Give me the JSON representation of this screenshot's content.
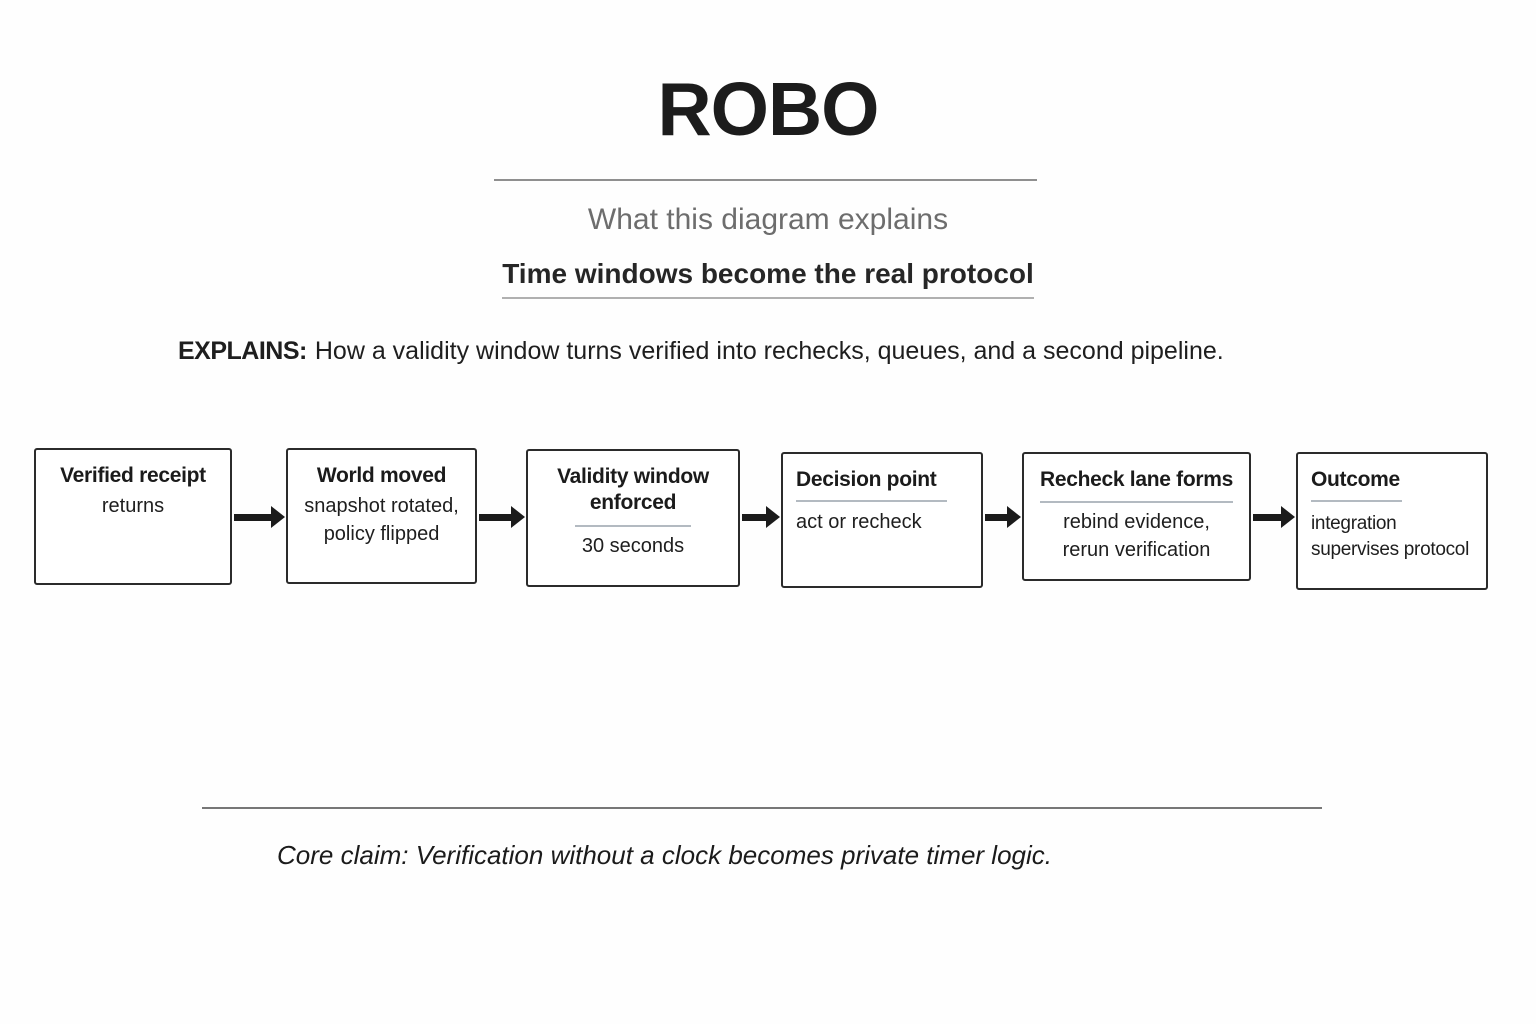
{
  "title": "ROBO",
  "subtitle": "What this diagram explains",
  "heading": "Time windows become the real protocol",
  "explains": {
    "label": "EXPLAINS:",
    "text": "How a validity window turns verified into rechecks, queues, and a second pipeline."
  },
  "flow": {
    "boxes": [
      {
        "title": "Verified receipt",
        "lines": [
          "returns"
        ]
      },
      {
        "title": "World moved",
        "lines": [
          "snapshot rotated,",
          "policy flipped"
        ]
      },
      {
        "title": "Validity window enforced",
        "lines": [
          "30 seconds"
        ]
      },
      {
        "title": "Decision point",
        "lines": [
          "act or recheck"
        ]
      },
      {
        "title": "Recheck lane forms",
        "lines": [
          "rebind evidence,",
          "rerun verification"
        ]
      },
      {
        "title": "Outcome",
        "lines": [
          "integration",
          "supervises protocol"
        ]
      }
    ]
  },
  "core_claim": "Core claim: Verification without a clock becomes private timer logic.",
  "colors": {
    "ink": "#1c1c1c",
    "subtitle_gray": "#6d6d6d",
    "divider_gray": "#8f8f8f",
    "box_border": "#2b2b2b",
    "box_title_rule": "#b3bac1",
    "background": "#fefefe"
  }
}
